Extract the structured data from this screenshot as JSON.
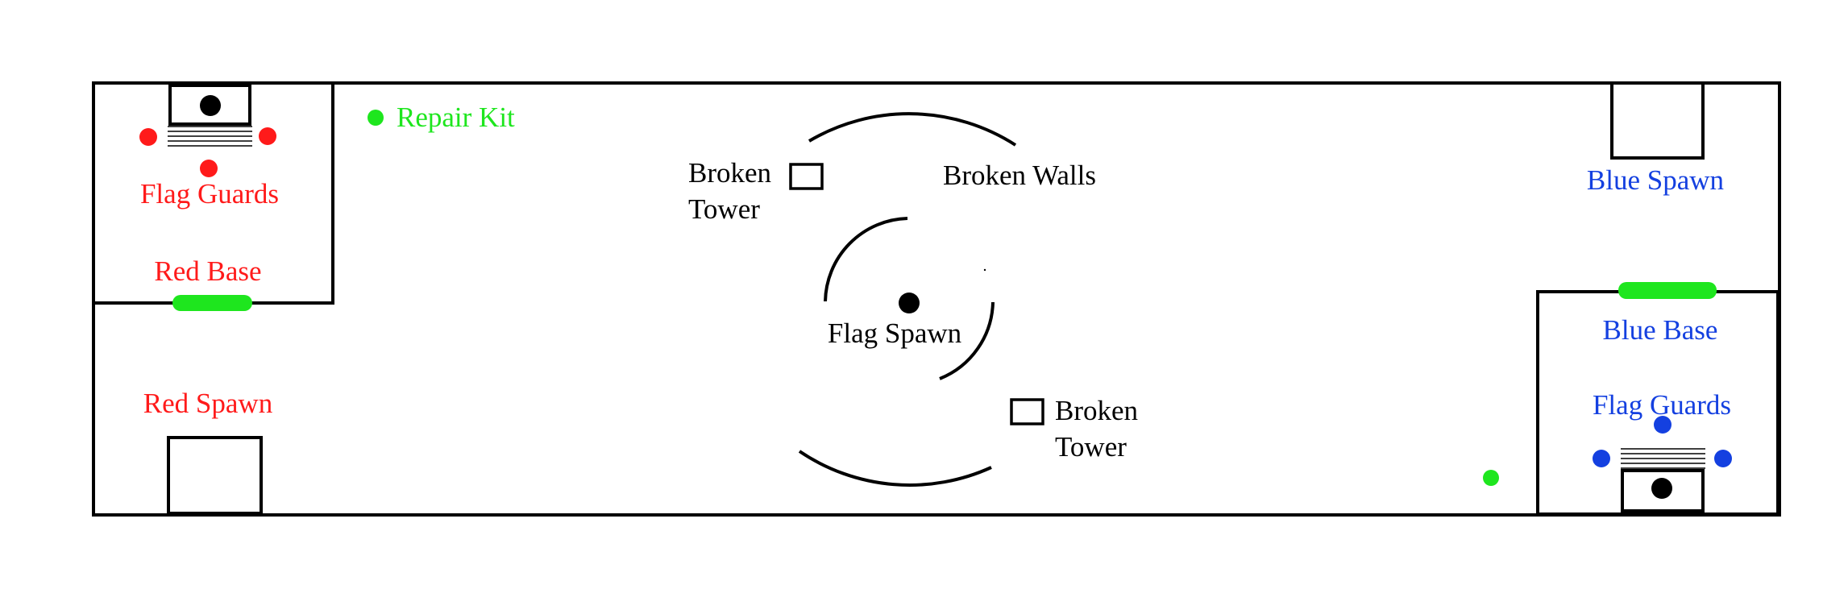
{
  "colors": {
    "red": "#ff1a1a",
    "blue": "#1440e0",
    "green": "#1ee61e",
    "black": "#000000"
  },
  "labels": {
    "repair_kit": "Repair Kit",
    "flag_guards_red": "Flag Guards",
    "red_base": "Red Base",
    "red_spawn": "Red Spawn",
    "broken_tower_top_line1": "Broken",
    "broken_tower_top_line2": "Tower",
    "broken_walls": "Broken Walls",
    "flag_spawn": "Flag Spawn",
    "broken_tower_bottom_line1": "Broken",
    "broken_tower_bottom_line2": "Tower",
    "blue_spawn": "Blue Spawn",
    "blue_base": "Blue Base",
    "flag_guards_blue": "Flag Guards"
  }
}
